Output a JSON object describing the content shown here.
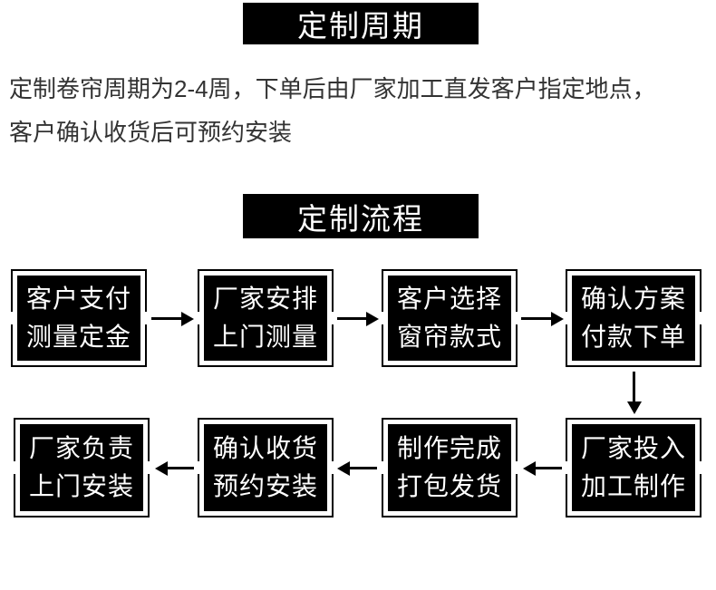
{
  "colors": {
    "accent": "#000000",
    "box_text": "#ffffff",
    "body_text": "#333333",
    "background": "#ffffff"
  },
  "period_section": {
    "title": "定制周期",
    "description_lines": [
      "定制卷帘周期为2-4周，下单后由厂家加工直发客户指定地点，",
      "客户确认收货后可预约安装"
    ]
  },
  "process_section": {
    "title": "定制流程",
    "steps": [
      {
        "line1": "客户支付",
        "line2": "测量定金"
      },
      {
        "line1": "厂家安排",
        "line2": "上门测量"
      },
      {
        "line1": "客户选择",
        "line2": "窗帘款式"
      },
      {
        "line1": "确认方案",
        "line2": "付款下单"
      },
      {
        "line1": "厂家投入",
        "line2": "加工制作"
      },
      {
        "line1": "制作完成",
        "line2": "打包发货"
      },
      {
        "line1": "确认收货",
        "line2": "预约安装"
      },
      {
        "line1": "厂家负责",
        "line2": "上门安装"
      }
    ]
  }
}
